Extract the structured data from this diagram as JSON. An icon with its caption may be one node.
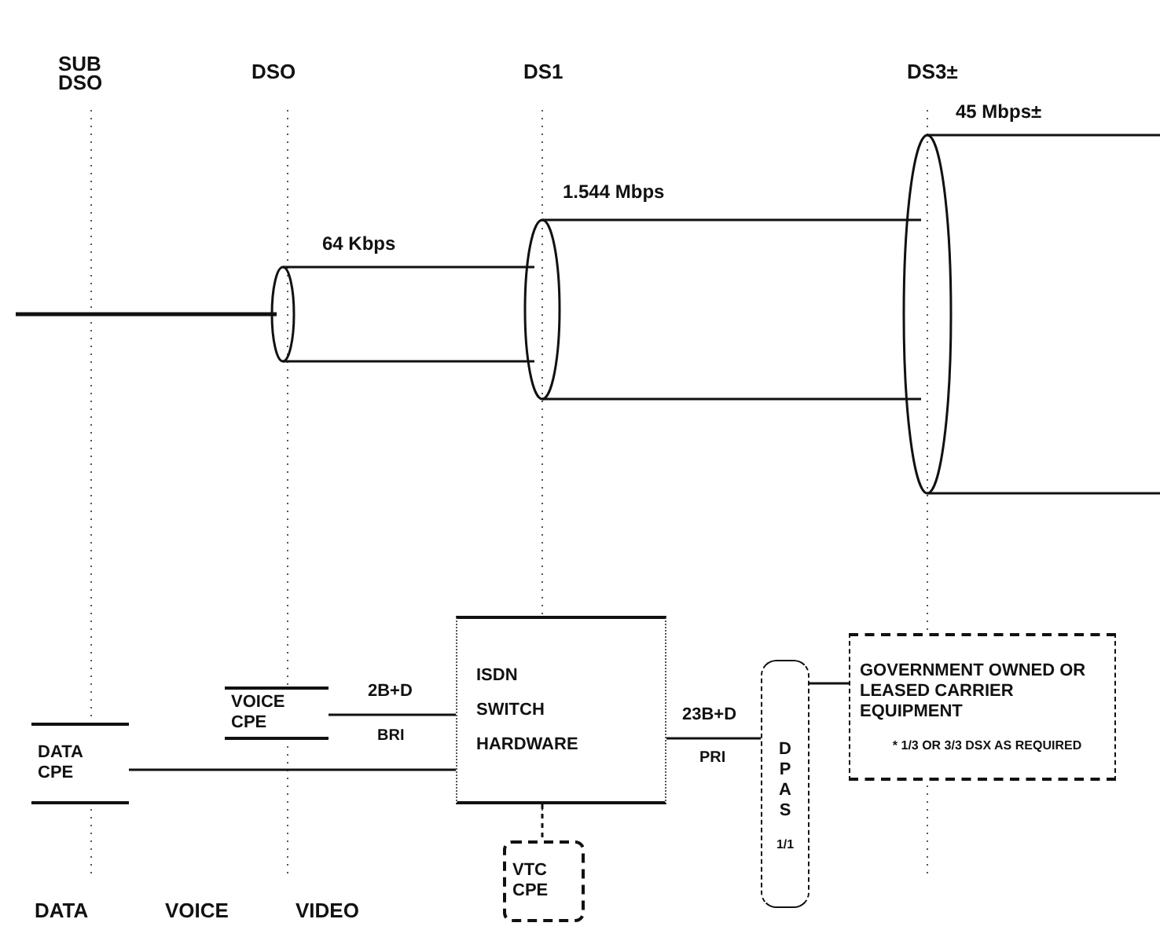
{
  "diagram": {
    "nodes": [
      {
        "text": [
          "DATA CPE"
        ]
      },
      {
        "text": [
          "VOICE CPE"
        ]
      },
      {
        "text": [
          "ISDN SWITCH HARDWARE"
        ]
      },
      {
        "text": [
          "VTC CPE"
        ]
      },
      {
        "text": [
          "DPAS",
          "1/1"
        ]
      },
      {
        "text": [
          "GOVERNMENT OWNED OR LEASED CARRIER EQUIPMENT",
          "* 1/3 OR 3/3 DSX AS REQUIRED"
        ]
      }
    ],
    "edges": [
      {
        "from": 0,
        "to": 2,
        "arrow": "none"
      },
      {
        "from": 1,
        "to": 2,
        "arrow": "none",
        "label": "2B+D"
      },
      {
        "from": 2,
        "to": 4,
        "arrow": "none",
        "label": "23B+D"
      },
      {
        "from": 4,
        "to": 5,
        "arrow": "none"
      },
      {
        "from": 2,
        "to": 3,
        "arrow": "none",
        "style": "dashed"
      }
    ],
    "labels": [
      "SUB DSO",
      "DSO",
      "DS1",
      "DS3±",
      "45 Mbps±",
      "1.544 Mbps",
      "64 Kbps",
      "BRI",
      "PRI",
      "DATA",
      "VOICE",
      "VIDEO"
    ]
  }
}
